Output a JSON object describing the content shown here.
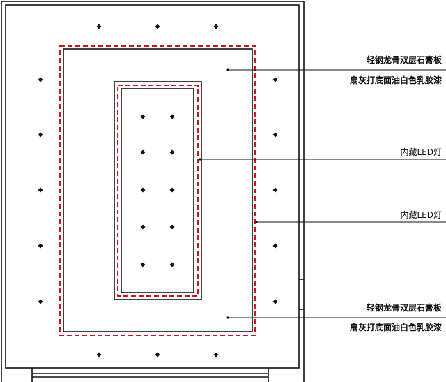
{
  "colors": {
    "line": "#111111",
    "led_strip": "#d0121b",
    "background": "#ffffff"
  },
  "annotations": [
    {
      "id": "outer-ceiling-top",
      "lines": [
        "轻钢龙骨双层石膏板",
        "扇灰打底面油白色乳胶漆"
      ]
    },
    {
      "id": "inner-led",
      "lines": [
        "内藏LED灯"
      ]
    },
    {
      "id": "outer-led",
      "lines": [
        "内藏LED灯"
      ]
    },
    {
      "id": "outer-ceiling-bottom",
      "lines": [
        "轻钢龙骨双层石膏板",
        "扇灰打底面油白色乳胶漆"
      ]
    }
  ],
  "icons": {
    "downlight": "diamond-dot-icon"
  }
}
